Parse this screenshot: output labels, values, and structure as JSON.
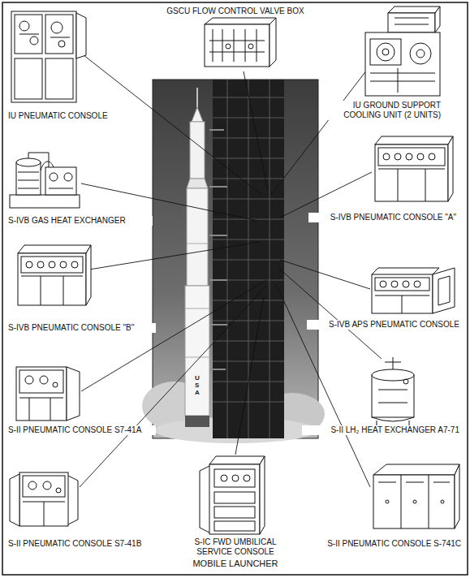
{
  "diagram": {
    "caption": "MOBILE LAUNCHER",
    "labels": [
      "GSCU FLOW CONTROL VALVE BOX",
      "IU PNEUMATIC CONSOLE",
      "IU GROUND SUPPORT COOLING UNIT (2 UNITS)",
      "S-IVB GAS HEAT EXCHANGER",
      "S-IVB PNEUMATIC CONSOLE \"A\"",
      "S-IVB PNEUMATIC CONSOLE \"B\"",
      "S-IVB APS PNEUMATIC CONSOLE",
      "S-II LH₂ HEAT EXCHANGER A7-71",
      "S-II PNEUMATIC CONSOLE S7-41A",
      "S-IC FWD UMBILICAL SERVICE CONSOLE",
      "S-II PNEUMATIC CONSOLE S7-41B",
      "S-II PNEUMATIC CONSOLE S-741C",
      "USA"
    ]
  }
}
